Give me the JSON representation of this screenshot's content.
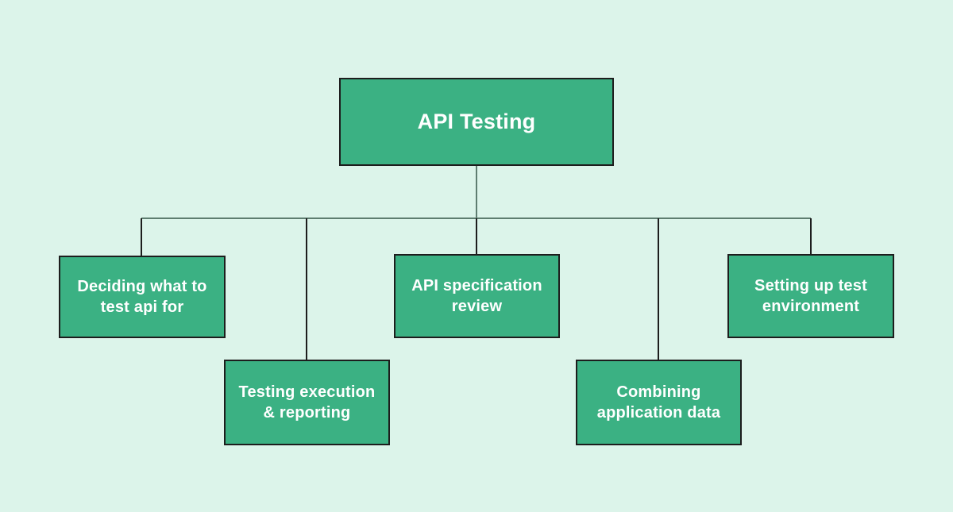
{
  "diagram": {
    "type": "organizational-tree",
    "title": "API Testing",
    "background_color": "#dcf4ea",
    "node_fill_color": "#3bb183",
    "node_border_color": "#1d1d1d",
    "node_text_color": "#ffffff",
    "connector_color": "#5e7d70",
    "root": {
      "id": "root",
      "label": "API Testing"
    },
    "children": [
      {
        "id": "n1",
        "label": "Deciding what to\ntest api for"
      },
      {
        "id": "n2",
        "label": "Testing execution\n& reporting"
      },
      {
        "id": "n3",
        "label": "API specification\nreview"
      },
      {
        "id": "n4",
        "label": "Combining\napplication data"
      },
      {
        "id": "n5",
        "label": "Setting up test\nenvironment"
      }
    ]
  }
}
